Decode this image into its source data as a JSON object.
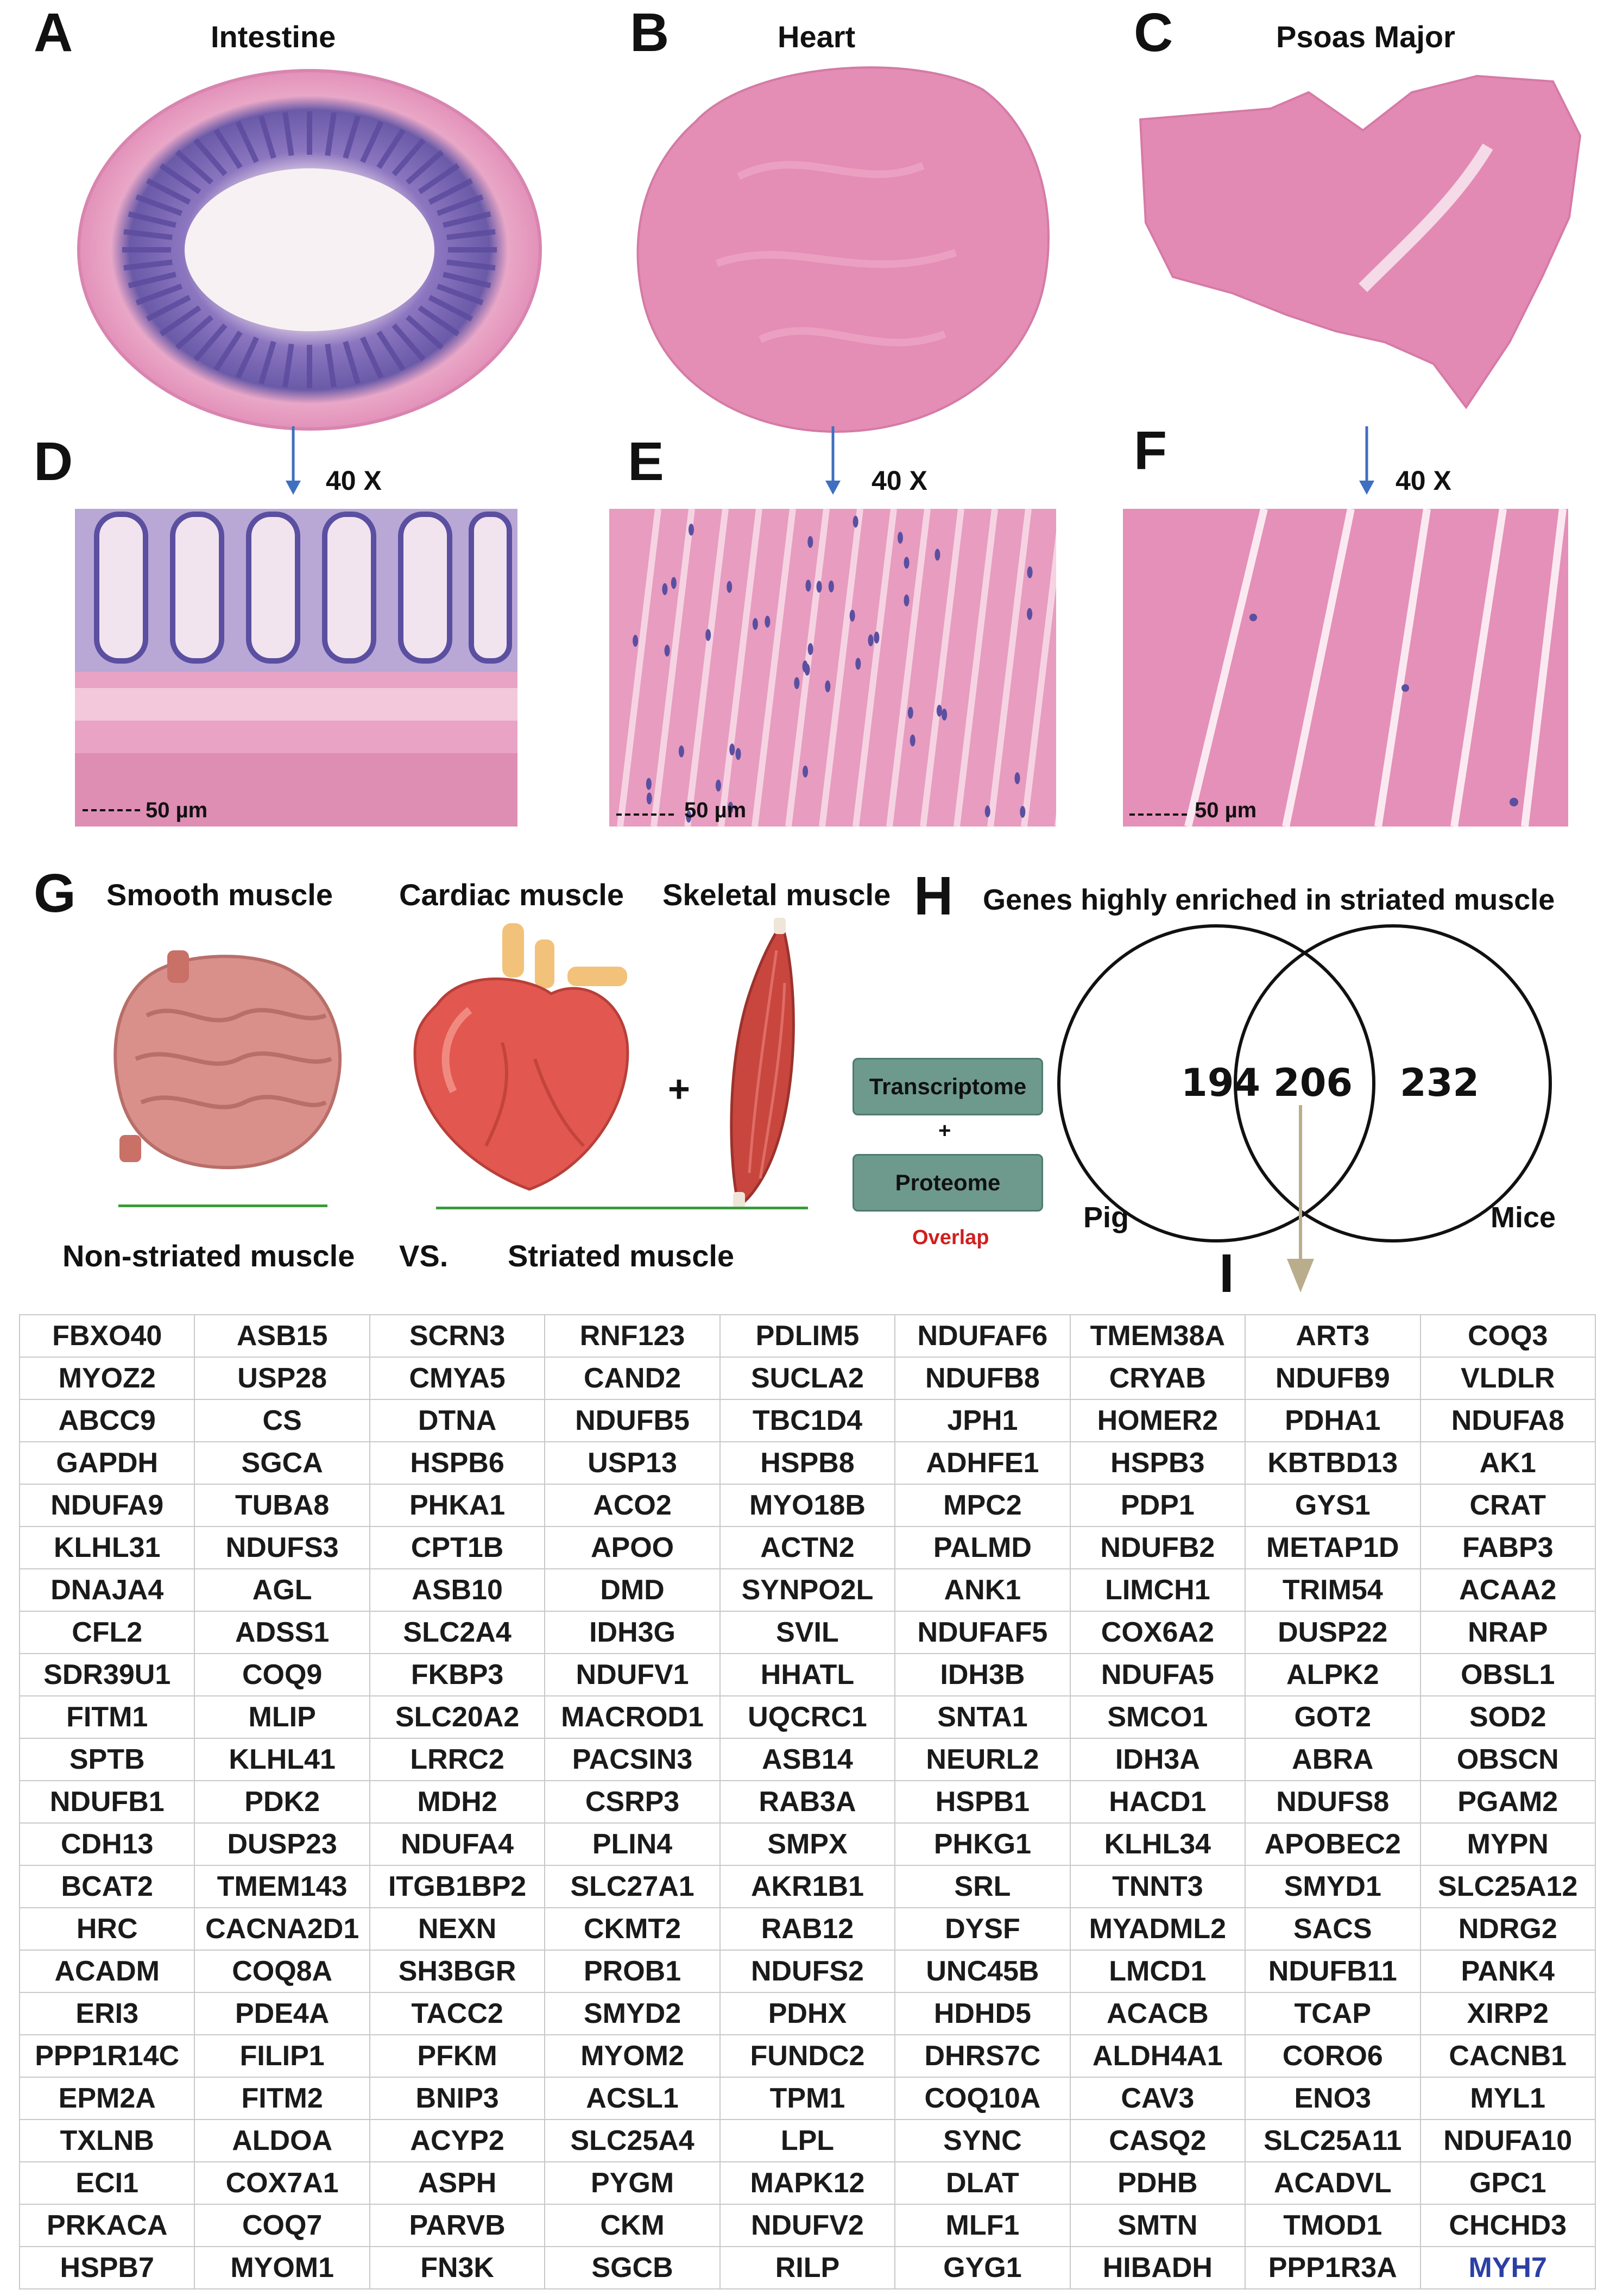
{
  "panels": {
    "A": {
      "letter": "A",
      "title": "Intestine"
    },
    "B": {
      "letter": "B",
      "title": "Heart"
    },
    "C": {
      "letter": "C",
      "title": "Psoas Major"
    },
    "D": {
      "letter": "D",
      "magnification": "40 X",
      "scale": "50 µm"
    },
    "E": {
      "letter": "E",
      "magnification": "40 X",
      "scale": "50 µm"
    },
    "F": {
      "letter": "F",
      "magnification": "40 X",
      "scale": "50 µm"
    },
    "G": {
      "letter": "G",
      "smooth": "Smooth muscle",
      "cardiac": "Cardiac muscle",
      "skeletal": "Skeletal muscle",
      "plus": "+",
      "non_striated": "Non-striated muscle",
      "vs": "VS.",
      "striated": "Striated muscle"
    },
    "H": {
      "letter": "H",
      "title": "Genes highly enriched in striated muscle",
      "transcriptome": "Transcriptome",
      "plus": "+",
      "proteome": "Proteome",
      "overlap": "Overlap",
      "pig_only": "194",
      "both": "206",
      "mice_only": "232",
      "pig": "Pig",
      "mice": "Mice"
    },
    "I": {
      "letter": "I"
    }
  },
  "colors": {
    "he_pink": "#e58fb6",
    "nuclei": "#5a4fa0",
    "venn_arrow": "#b9ad8c",
    "d_arrow": "#3f6fc0",
    "overlap_red": "#d11f1f",
    "highlight_gene": "#2b3fa5"
  },
  "gene_table": {
    "highlight": "MYH7",
    "rows": [
      [
        "FBXO40",
        "ASB15",
        "SCRN3",
        "RNF123",
        "PDLIM5",
        "NDUFAF6",
        "TMEM38A",
        "ART3",
        "COQ3"
      ],
      [
        "MYOZ2",
        "USP28",
        "CMYA5",
        "CAND2",
        "SUCLA2",
        "NDUFB8",
        "CRYAB",
        "NDUFB9",
        "VLDLR"
      ],
      [
        "ABCC9",
        "CS",
        "DTNA",
        "NDUFB5",
        "TBC1D4",
        "JPH1",
        "HOMER2",
        "PDHA1",
        "NDUFA8"
      ],
      [
        "GAPDH",
        "SGCA",
        "HSPB6",
        "USP13",
        "HSPB8",
        "ADHFE1",
        "HSPB3",
        "KBTBD13",
        "AK1"
      ],
      [
        "NDUFA9",
        "TUBA8",
        "PHKA1",
        "ACO2",
        "MYO18B",
        "MPC2",
        "PDP1",
        "GYS1",
        "CRAT"
      ],
      [
        "KLHL31",
        "NDUFS3",
        "CPT1B",
        "APOO",
        "ACTN2",
        "PALMD",
        "NDUFB2",
        "METAP1D",
        "FABP3"
      ],
      [
        "DNAJA4",
        "AGL",
        "ASB10",
        "DMD",
        "SYNPO2L",
        "ANK1",
        "LIMCH1",
        "TRIM54",
        "ACAA2"
      ],
      [
        "CFL2",
        "ADSS1",
        "SLC2A4",
        "IDH3G",
        "SVIL",
        "NDUFAF5",
        "COX6A2",
        "DUSP22",
        "NRAP"
      ],
      [
        "SDR39U1",
        "COQ9",
        "FKBP3",
        "NDUFV1",
        "HHATL",
        "IDH3B",
        "NDUFA5",
        "ALPK2",
        "OBSL1"
      ],
      [
        "FITM1",
        "MLIP",
        "SLC20A2",
        "MACROD1",
        "UQCRC1",
        "SNTA1",
        "SMCO1",
        "GOT2",
        "SOD2"
      ],
      [
        "SPTB",
        "KLHL41",
        "LRRC2",
        "PACSIN3",
        "ASB14",
        "NEURL2",
        "IDH3A",
        "ABRA",
        "OBSCN"
      ],
      [
        "NDUFB1",
        "PDK2",
        "MDH2",
        "CSRP3",
        "RAB3A",
        "HSPB1",
        "HACD1",
        "NDUFS8",
        "PGAM2"
      ],
      [
        "CDH13",
        "DUSP23",
        "NDUFA4",
        "PLIN4",
        "SMPX",
        "PHKG1",
        "KLHL34",
        "APOBEC2",
        "MYPN"
      ],
      [
        "BCAT2",
        "TMEM143",
        "ITGB1BP2",
        "SLC27A1",
        "AKR1B1",
        "SRL",
        "TNNT3",
        "SMYD1",
        "SLC25A12"
      ],
      [
        "HRC",
        "CACNA2D1",
        "NEXN",
        "CKMT2",
        "RAB12",
        "DYSF",
        "MYADML2",
        "SACS",
        "NDRG2"
      ],
      [
        "ACADM",
        "COQ8A",
        "SH3BGR",
        "PROB1",
        "NDUFS2",
        "UNC45B",
        "LMCD1",
        "NDUFB11",
        "PANK4"
      ],
      [
        "ERI3",
        "PDE4A",
        "TACC2",
        "SMYD2",
        "PDHX",
        "HDHD5",
        "ACACB",
        "TCAP",
        "XIRP2"
      ],
      [
        "PPP1R14C",
        "FILIP1",
        "PFKM",
        "MYOM2",
        "FUNDC2",
        "DHRS7C",
        "ALDH4A1",
        "CORO6",
        "CACNB1"
      ],
      [
        "EPM2A",
        "FITM2",
        "BNIP3",
        "ACSL1",
        "TPM1",
        "COQ10A",
        "CAV3",
        "ENO3",
        "MYL1"
      ],
      [
        "TXLNB",
        "ALDOA",
        "ACYP2",
        "SLC25A4",
        "LPL",
        "SYNC",
        "CASQ2",
        "SLC25A11",
        "NDUFA10"
      ],
      [
        "ECI1",
        "COX7A1",
        "ASPH",
        "PYGM",
        "MAPK12",
        "DLAT",
        "PDHB",
        "ACADVL",
        "GPC1"
      ],
      [
        "PRKACA",
        "COQ7",
        "PARVB",
        "CKM",
        "NDUFV2",
        "MLF1",
        "SMTN",
        "TMOD1",
        "CHCHD3"
      ],
      [
        "HSPB7",
        "MYOM1",
        "FN3K",
        "SGCB",
        "RILP",
        "GYG1",
        "HIBADH",
        "PPP1R3A",
        "MYH7"
      ]
    ]
  }
}
